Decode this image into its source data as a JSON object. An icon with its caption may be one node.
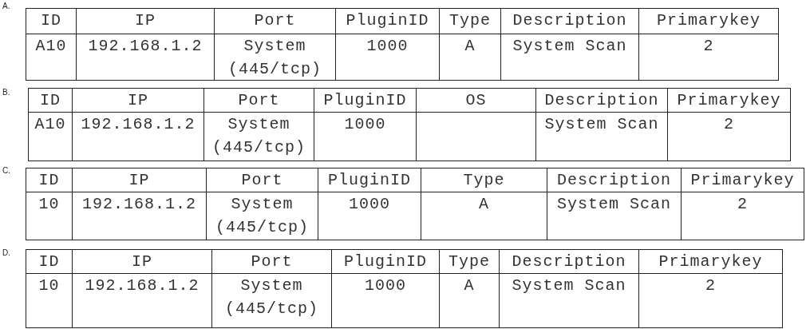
{
  "diagram": {
    "labels": [
      "A.",
      "ID",
      "IP",
      "Port",
      "PluginID",
      "Type",
      "Description",
      "Primarykey",
      "A10",
      "192.168.1.2",
      "System (445/tcp)",
      "1000",
      "A",
      "System Scan",
      "2",
      "B.",
      "ID",
      "IP",
      "Port",
      "PluginID",
      "OS",
      "Description",
      "Primarykey",
      "A10",
      "192.168.1.2",
      "System (445/tcp)",
      "1000",
      "System Scan",
      "2",
      "C.",
      "ID",
      "IP",
      "Port",
      "PluginID",
      "Type",
      "Description",
      "Primarykey",
      "10",
      "192.168.1.2",
      "System (445/tcp)",
      "1000",
      "A",
      "System Scan",
      "2",
      "D.",
      "ID",
      "IP",
      "Port",
      "PluginID",
      "Type",
      "Description",
      "Primarykey",
      "10",
      "192.168.1.2",
      "System (445/tcp)",
      "1000",
      "A",
      "System Scan",
      "2"
    ]
  }
}
